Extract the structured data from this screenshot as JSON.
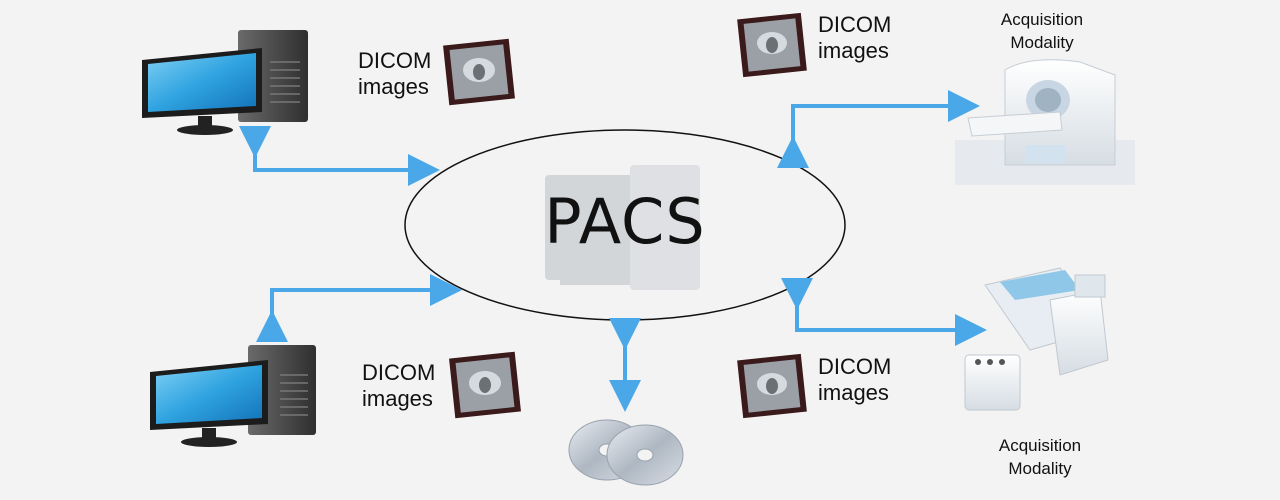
{
  "center": {
    "label": "PACS"
  },
  "dicom_labels": [
    {
      "line1": "DICOM",
      "line2": "images"
    },
    {
      "line1": "DICOM",
      "line2": "images"
    },
    {
      "line1": "DICOM",
      "line2": "images"
    },
    {
      "line1": "DICOM",
      "line2": "images"
    }
  ],
  "modalities": [
    {
      "line1": "Acquisition",
      "line2": "Modality"
    },
    {
      "line1": "Acquisition",
      "line2": "Modality"
    }
  ],
  "colors": {
    "arrow": "#4aa8e8",
    "background": "#f3f3f3",
    "monitor_screen": "#2fa3e0",
    "tower": "#4a4a4a"
  },
  "icons": [
    "workstation-icon",
    "dicom-film-icon",
    "mri-scanner-icon",
    "xray-machine-icon",
    "cd-disc-icon",
    "pacs-server-icon"
  ]
}
